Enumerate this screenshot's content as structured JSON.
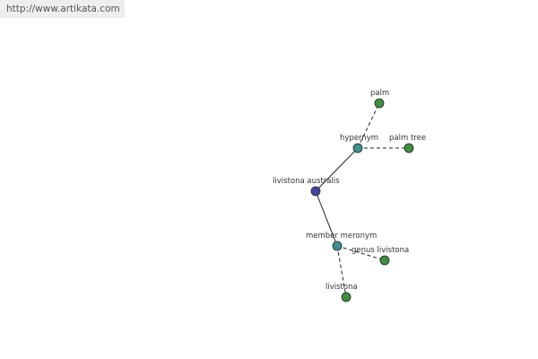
{
  "source_banner": "http://www.artikata.com",
  "colors": {
    "central": "#4444a6",
    "relation": "#3f8f8f",
    "leaf": "#3f8f3f",
    "banner_bg": "#eeeeee",
    "banner_text": "#555555"
  },
  "graph": {
    "nodes": [
      {
        "id": "livistona-australis",
        "label": "livistona australis",
        "kind": "central"
      },
      {
        "id": "hypernym",
        "label": "hypernym",
        "kind": "relation"
      },
      {
        "id": "palm",
        "label": "palm",
        "kind": "leaf"
      },
      {
        "id": "palm-tree",
        "label": "palm tree",
        "kind": "leaf"
      },
      {
        "id": "member-meronym",
        "label": "member meronym",
        "kind": "relation"
      },
      {
        "id": "genus-livistona",
        "label": "genus livistona",
        "kind": "leaf"
      },
      {
        "id": "livistona",
        "label": "livistona",
        "kind": "leaf"
      }
    ],
    "edges": [
      {
        "from": "livistona-australis",
        "to": "hypernym",
        "style": "solid"
      },
      {
        "from": "livistona-australis",
        "to": "member-meronym",
        "style": "solid"
      },
      {
        "from": "hypernym",
        "to": "palm",
        "style": "dashed"
      },
      {
        "from": "hypernym",
        "to": "palm-tree",
        "style": "dashed"
      },
      {
        "from": "member-meronym",
        "to": "genus-livistona",
        "style": "dashed"
      },
      {
        "from": "member-meronym",
        "to": "livistona",
        "style": "dashed"
      }
    ]
  }
}
